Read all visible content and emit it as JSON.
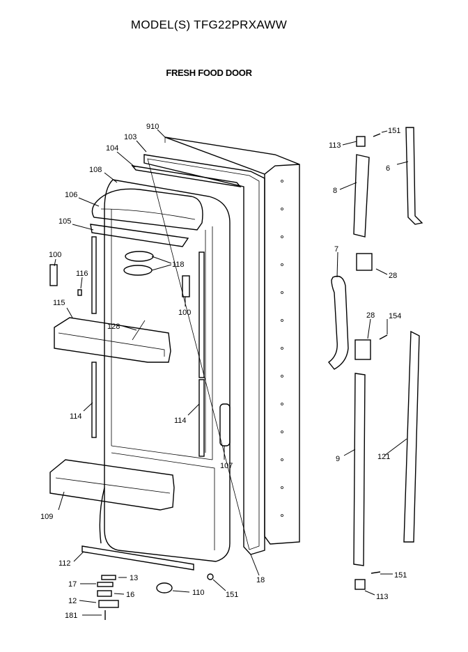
{
  "header": {
    "model": "MODEL(S) TFG22PRXAWW",
    "section": "FRESH FOOD DOOR"
  },
  "callouts": {
    "c910": "910",
    "c103": "103",
    "c104": "104",
    "c108": "108",
    "c106": "106",
    "c105": "105",
    "c100a": "100",
    "c116": "116",
    "c118": "118",
    "c100b": "100",
    "c115": "115",
    "c128": "128",
    "c114a": "114",
    "c114b": "114",
    "c107": "107",
    "c109": "109",
    "c112": "112",
    "c13": "13",
    "c17": "17",
    "c16": "16",
    "c12": "12",
    "c181": "181",
    "c110": "110",
    "c151a": "151",
    "c18": "18",
    "c113a": "113",
    "c151b": "151",
    "c6": "6",
    "c8": "8",
    "c7": "7",
    "c28a": "28",
    "c28b": "28",
    "c154": "154",
    "c9": "9",
    "c121": "121",
    "c151c": "151",
    "c113b": "113"
  }
}
